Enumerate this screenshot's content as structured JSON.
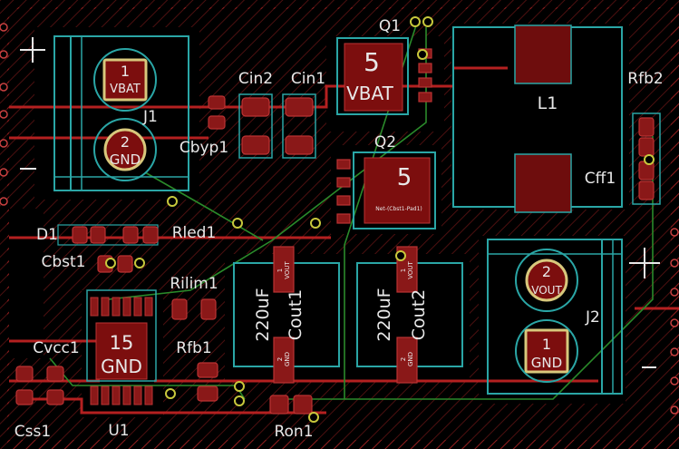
{
  "colors": {
    "background": "#000000",
    "copper_front": "#b42020",
    "copper_back": "#2a8a2a",
    "silkscreen": "#e8e8e8",
    "fab_outline": "#2aa6a6",
    "via": "#c8c83c"
  },
  "components": {
    "j1": {
      "ref": "J1",
      "pad1_num": "1",
      "pad1_net": "VBAT",
      "pad2_num": "2",
      "pad2_net": "GND"
    },
    "j2": {
      "ref": "J2",
      "pad1_num": "1",
      "pad1_net": "GND",
      "pad2_num": "2",
      "pad2_net": "VOUT"
    },
    "q1": {
      "ref": "Q1",
      "pad_num": "5",
      "pad_net": "VBAT"
    },
    "q2": {
      "ref": "Q2",
      "pad_num": "5",
      "pad_net": "Net-(Cbst1-Pad1)"
    },
    "l1": {
      "ref": "L1"
    },
    "u1": {
      "ref": "U1",
      "pad_num": "15",
      "pad_net": "GND"
    },
    "cin1": {
      "ref": "Cin1"
    },
    "cin2": {
      "ref": "Cin2"
    },
    "cbyp1": {
      "ref": "Cbyp1"
    },
    "cff1": {
      "ref": "Cff1"
    },
    "rfb1": {
      "ref": "Rfb1"
    },
    "rfb2": {
      "ref": "Rfb2"
    },
    "d1": {
      "ref": "D1"
    },
    "rled1": {
      "ref": "Rled1"
    },
    "cbst1": {
      "ref": "Cbst1"
    },
    "rilim1": {
      "ref": "Rilim1"
    },
    "cvcc1": {
      "ref": "Cvcc1"
    },
    "css1": {
      "ref": "Css1"
    },
    "ron1": {
      "ref": "Ron1"
    },
    "cout1": {
      "ref": "Cout1",
      "value": "220uF",
      "pad1_num": "1",
      "pad1_net": "VOUT",
      "pad2_num": "2",
      "pad2_net": "GND"
    },
    "cout2": {
      "ref": "Cout2",
      "value": "220uF",
      "pad1_num": "1",
      "pad1_net": "VOUT",
      "pad2_num": "2",
      "pad2_net": "GND"
    }
  }
}
